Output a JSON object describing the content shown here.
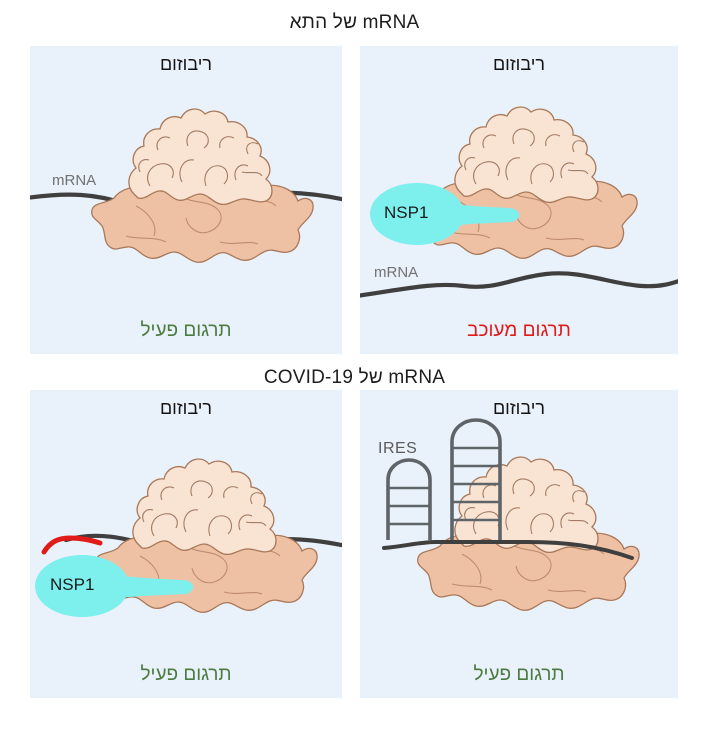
{
  "figure": {
    "background_color": "#ffffff",
    "panel_background_color": "#e9f1fb",
    "colors": {
      "large_subunit": "#f9e4d3",
      "small_subunit": "#eec1a5",
      "subunit_outline": "#9a6a4f",
      "mrna_strand": "#3f3f3f",
      "mrna_5utr_red": "#e01b18",
      "nsp1_fill": "#7df0ee",
      "ires_stroke": "#5f6468",
      "active_text": "#4c7a3f",
      "blocked_text": "#e01b18",
      "label_gray": "#727272"
    }
  },
  "sections": {
    "cell": {
      "title": "mRNA של התא"
    },
    "covid": {
      "title": "mRNA של COVID-19"
    }
  },
  "panels": [
    {
      "id": "cell-normal",
      "position": "top-left",
      "ribosome_label": "ריבוזום",
      "mrna_label": "mRNA",
      "status_label": "תרגום פעיל",
      "status_state": "active",
      "has_nsp1": false,
      "nsp1_label": null,
      "has_ires": false,
      "ires_label": null,
      "mrna_threaded": true,
      "mrna_has_red_segment": false
    },
    {
      "id": "cell-nsp1-blocked",
      "position": "top-right",
      "ribosome_label": "ריבוזום",
      "mrna_label": "mRNA",
      "status_label": "תרגום מעוכב",
      "status_state": "blocked",
      "has_nsp1": true,
      "nsp1_label": "NSP1",
      "has_ires": false,
      "ires_label": null,
      "mrna_threaded": false,
      "mrna_has_red_segment": false
    },
    {
      "id": "covid-nsp1-bypass",
      "position": "bottom-left",
      "ribosome_label": "ריבוזום",
      "mrna_label": null,
      "status_label": "תרגום פעיל",
      "status_state": "active",
      "has_nsp1": true,
      "nsp1_label": "NSP1",
      "has_ires": false,
      "ires_label": null,
      "mrna_threaded": true,
      "mrna_has_red_segment": true
    },
    {
      "id": "covid-ires",
      "position": "bottom-right",
      "ribosome_label": "ריבוזום",
      "mrna_label": null,
      "status_label": "תרגום פעיל",
      "status_state": "active",
      "has_nsp1": false,
      "nsp1_label": null,
      "has_ires": true,
      "ires_label": "IRES",
      "mrna_threaded": true,
      "mrna_has_red_segment": false
    }
  ]
}
